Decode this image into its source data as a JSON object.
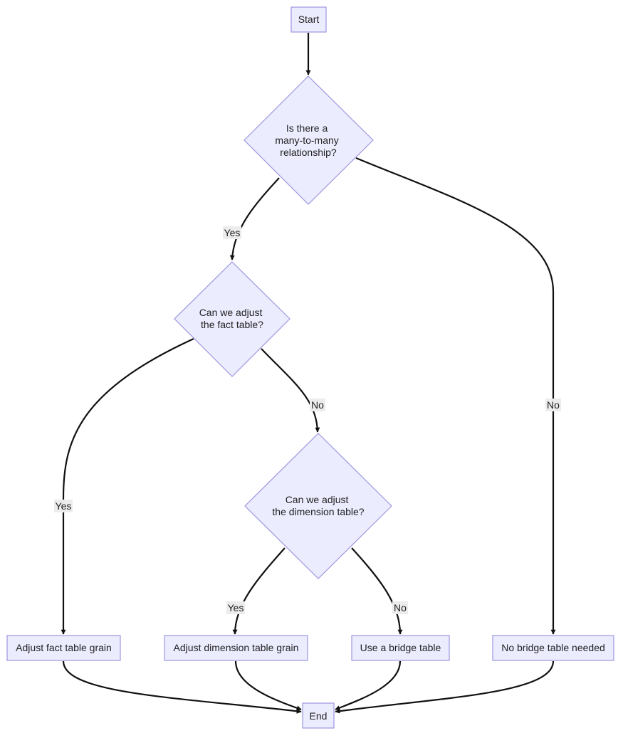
{
  "colors": {
    "node_fill": "#ececff",
    "node_stroke": "#9d97de",
    "edge": "#111111",
    "label_bg": "#ececec"
  },
  "nodes": {
    "start": "Start",
    "q_many_to_many": [
      "Is there a",
      "many-to-many",
      "relationship?"
    ],
    "q_fact": [
      "Can we adjust",
      "the fact table?"
    ],
    "q_dimension": [
      "Can we adjust",
      "the dimension table?"
    ],
    "adjust_fact": "Adjust fact table grain",
    "adjust_dimension": "Adjust dimension table grain",
    "bridge": "Use a bridge table",
    "no_bridge": "No bridge table needed",
    "end": "End"
  },
  "edge_labels": {
    "m2m_yes": "Yes",
    "m2m_no": "No",
    "fact_yes": "Yes",
    "fact_no": "No",
    "dim_yes": "Yes",
    "dim_no": "No"
  }
}
